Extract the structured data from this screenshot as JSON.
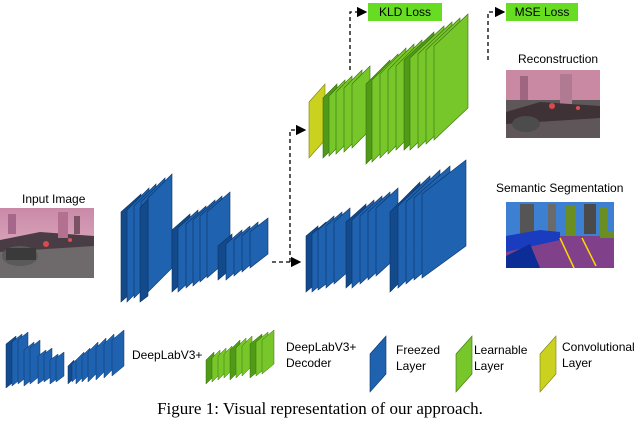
{
  "diagram": {
    "input_label": "Input Image",
    "kld_loss": "KLD Loss",
    "mse_loss": "MSE Loss",
    "reconstruction_label": "Reconstruction",
    "segmentation_label": "Semantic Segmentation",
    "caption": "Figure 1: Visual representation of our approach."
  },
  "legend": {
    "encoder": "DeepLabV3+",
    "decoder_line1": "DeepLabV3+",
    "decoder_line2": "Decoder",
    "frozen_line1": "Freezed",
    "frozen_line2": "Layer",
    "learnable_line1": "Learnable",
    "learnable_line2": "Layer",
    "conv_line1": "Convolutional",
    "conv_line2": "Layer"
  },
  "colors": {
    "frozen": "#1f63b0",
    "frozen_dark": "#124a8c",
    "learnable": "#77c72a",
    "learnable_dark": "#4f9a16",
    "conv": "#cbd11f",
    "conv_dark": "#9ea40e",
    "loss_box": "#66dd22"
  }
}
